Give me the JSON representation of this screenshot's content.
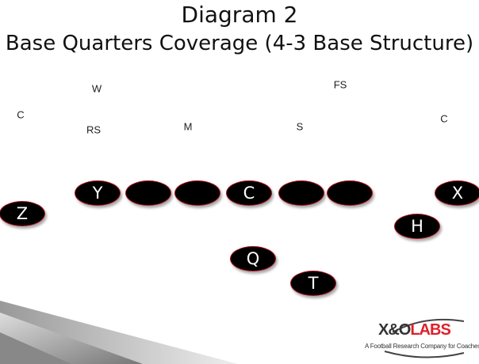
{
  "title": {
    "line1": "Diagram 2",
    "line2": "Base Quarters Coverage (4-3 Base Structure)"
  },
  "defense": [
    {
      "id": "w",
      "label": "W"
    },
    {
      "id": "fs",
      "label": "FS"
    },
    {
      "id": "c-left",
      "label": "C"
    },
    {
      "id": "rs",
      "label": "RS"
    },
    {
      "id": "m",
      "label": "M"
    },
    {
      "id": "s",
      "label": "S"
    },
    {
      "id": "c-right",
      "label": "C"
    }
  ],
  "offense": [
    {
      "id": "z",
      "label": "Z"
    },
    {
      "id": "y",
      "label": "Y"
    },
    {
      "id": "lt",
      "label": ""
    },
    {
      "id": "lg",
      "label": ""
    },
    {
      "id": "c",
      "label": "C"
    },
    {
      "id": "rg",
      "label": ""
    },
    {
      "id": "rt",
      "label": ""
    },
    {
      "id": "x",
      "label": "X"
    },
    {
      "id": "h",
      "label": "H"
    },
    {
      "id": "q",
      "label": "Q"
    },
    {
      "id": "t",
      "label": "T"
    }
  ],
  "logo": {
    "xo": "X&O",
    "labs": "LABS",
    "tagline": "A Football Research Company for Coaches"
  },
  "colors": {
    "player_fill": "#000000",
    "player_border": "#b01020",
    "logo_red": "#e0202a"
  }
}
